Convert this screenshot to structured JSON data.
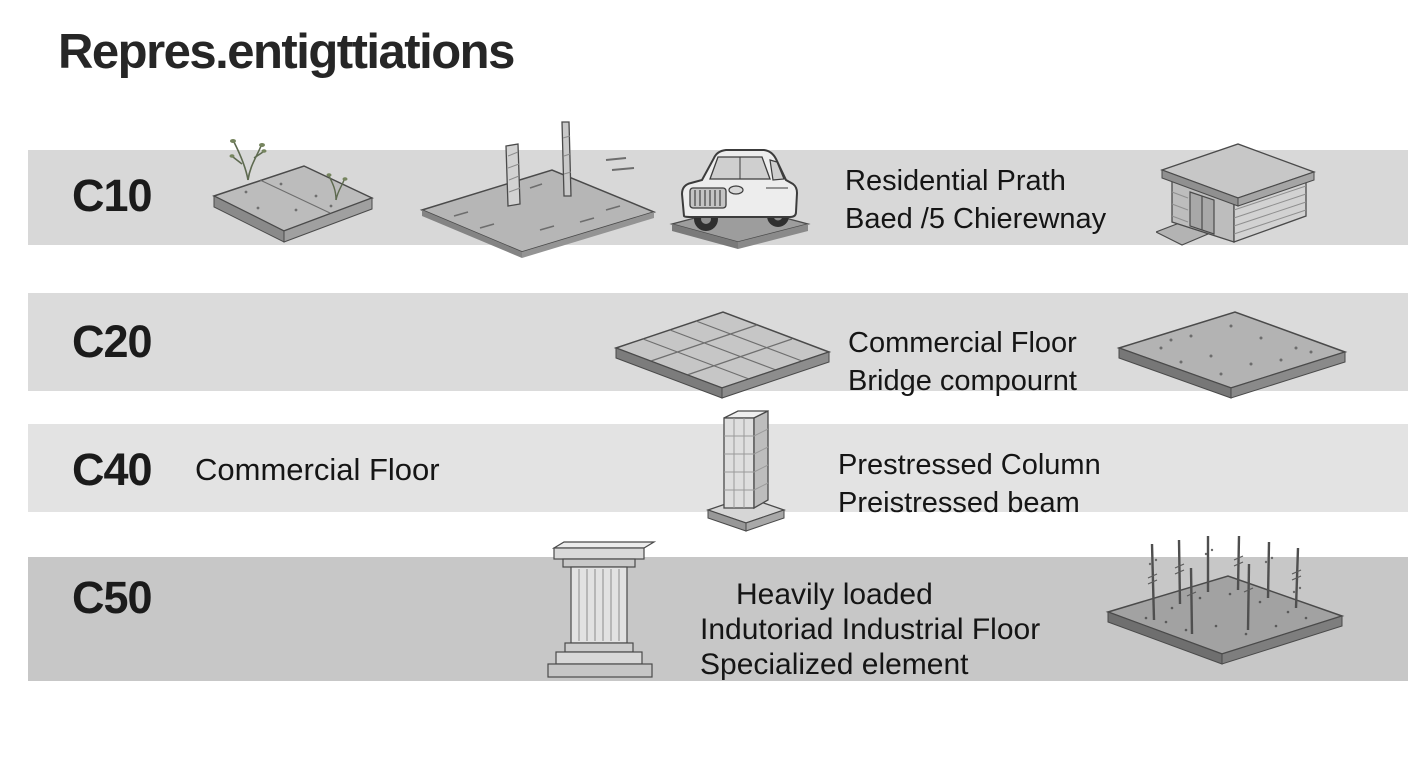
{
  "title": "Repres.entigttiations",
  "colors": {
    "background": "#ffffff",
    "band_row1": "#d8d8d8",
    "band_row2": "#dbdbdb",
    "band_row3": "#e3e3e3",
    "band_row4": "#c7c7c7",
    "text": "#151515",
    "title_text": "#262626"
  },
  "rows": [
    {
      "grade": "C10",
      "description": [
        "Residential Prath",
        "Baed /5 Chierewnay"
      ],
      "illustrations": [
        "slab-with-plants-icon",
        "ground-slab-with-posts-icon",
        "car-on-slab-icon",
        "shed-icon"
      ]
    },
    {
      "grade": "C20",
      "description": [
        "Commercial Floor",
        "Bridge compournt"
      ],
      "illustrations": [
        "tiled-floor-icon",
        "plain-slab-icon"
      ]
    },
    {
      "grade": "C40",
      "left_label": "Commercial Floor",
      "description": [
        "Prestressed Column",
        "Preistressed beam"
      ],
      "illustrations": [
        "column-icon"
      ]
    },
    {
      "grade": "C50",
      "description": [
        "Heavily loaded",
        "Indutoriad Industrial Floor",
        "Specialized element"
      ],
      "illustrations": [
        "pedestal-column-icon",
        "rebar-slab-icon"
      ]
    }
  ]
}
